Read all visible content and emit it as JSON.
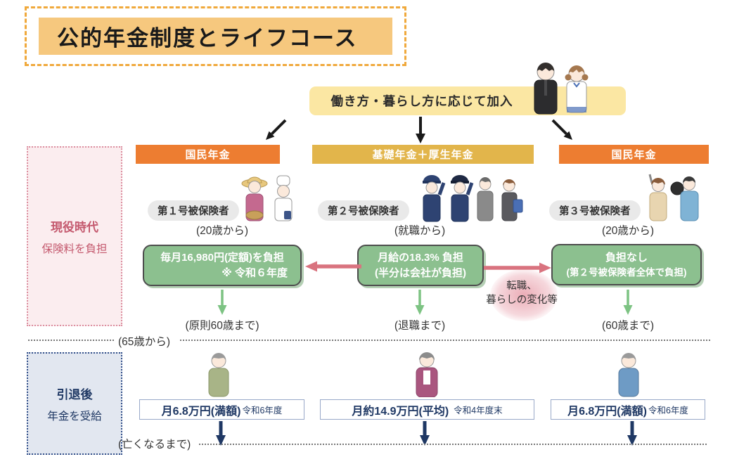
{
  "title": "公的年金制度とライフコース",
  "banner": {
    "text": "働き方・暮らし方に応じて加入"
  },
  "sidebar": {
    "working": {
      "line1": "現役時代",
      "line2": "保険料を負担"
    },
    "retired": {
      "line1": "引退後",
      "line2": "年金を受給"
    }
  },
  "columns": [
    {
      "header": "国民年金",
      "insured": "第１号被保険者",
      "start": "(20歳から)",
      "contribution_line1": "毎月16,980円(定額)を負担",
      "contribution_line2": "※ 令和６年度",
      "until": "(原則60歳まで)",
      "pension_amount": "月6.8万円(満額)",
      "pension_note": "令和6年度"
    },
    {
      "header": "基礎年金＋厚生年金",
      "insured": "第２号被保険者",
      "start": "(就職から)",
      "contribution_line1": "月給の18.3% 負担",
      "contribution_line2": "(半分は会社が負担)",
      "until": "(退職まで)",
      "pension_amount": "月約14.9万円(平均)",
      "pension_note": "令和4年度末"
    },
    {
      "header": "国民年金",
      "insured": "第３号被保険者",
      "start": "(20歳から)",
      "contribution_line1": "負担なし",
      "contribution_line2": "(第２号被保険者全体で負担)",
      "until": "(60歳まで)",
      "pension_amount": "月6.8万円(満額)",
      "pension_note": "令和6年度"
    }
  ],
  "transition_note": {
    "line1": "転職、",
    "line2": "暮らしの変化等"
  },
  "timeline": {
    "from_age_65": "(65歳から)",
    "until_death": "(亡くなるまで)"
  },
  "illustrations": {
    "students": "student-boy-and-girl",
    "column1": "farmer-woman-and-chef",
    "column2": "two-saluting-officers-suit-man-business-woman",
    "column3": "homemaker-woman-and-man-with-frying-pan",
    "retired1": "elderly-man-green-sweater",
    "retired2": "elderly-woman-magenta-cardigan",
    "retired3": "elderly-man-blue-shirt"
  },
  "colors": {
    "title_bg": "#F6C87E",
    "title_dash": "#F0A93C",
    "banner_bg": "#FBE7A3",
    "header_orange": "#ED7D31",
    "header_gold": "#E2B54B",
    "contribution_green": "#8CC08F",
    "arrow_green": "#7DC383",
    "arrow_red": "#D9737F",
    "arrow_navy": "#1F3864",
    "working_pink": "#C4596E",
    "retired_navy": "#1F3864"
  }
}
